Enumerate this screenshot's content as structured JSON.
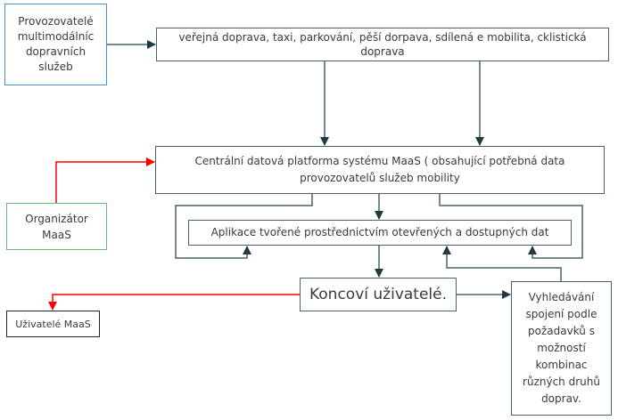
{
  "diagram": {
    "nodes": {
      "provozovatele": {
        "lines": [
          "Provozovatelé",
          "multimodálníc",
          "dopravních",
          "služeb"
        ]
      },
      "doprava": {
        "lines": [
          "veřejná doprava, taxi, parkování, pěší dorpava, sdílená e mobilita, cklistická",
          "doprava"
        ]
      },
      "central": {
        "lines": [
          "Centrální datová platforma systému MaaS ( obsahující potřebná data",
          "provozovatelů služeb mobility"
        ]
      },
      "organizator": {
        "lines": [
          "Organizátor",
          "MaaS"
        ]
      },
      "aplikace": {
        "lines": [
          "Aplikace tvořené prostřednictvím otevřených a dostupných dat"
        ]
      },
      "koncovi": {
        "lines": [
          "Koncoví uživatelé."
        ]
      },
      "uzivatele": {
        "lines": [
          "Uživatelé MaaS"
        ]
      },
      "vyhledavani": {
        "lines": [
          "Vyhledávání",
          "spojení podle",
          "požadavků s",
          "možností",
          "kombinac",
          "různých druhů",
          "doprav."
        ]
      }
    },
    "colors": {
      "line": "#2b4448",
      "red": "#ff0000",
      "provoz_border": "#4a90c8",
      "org_border": "#5cbf7a"
    }
  }
}
